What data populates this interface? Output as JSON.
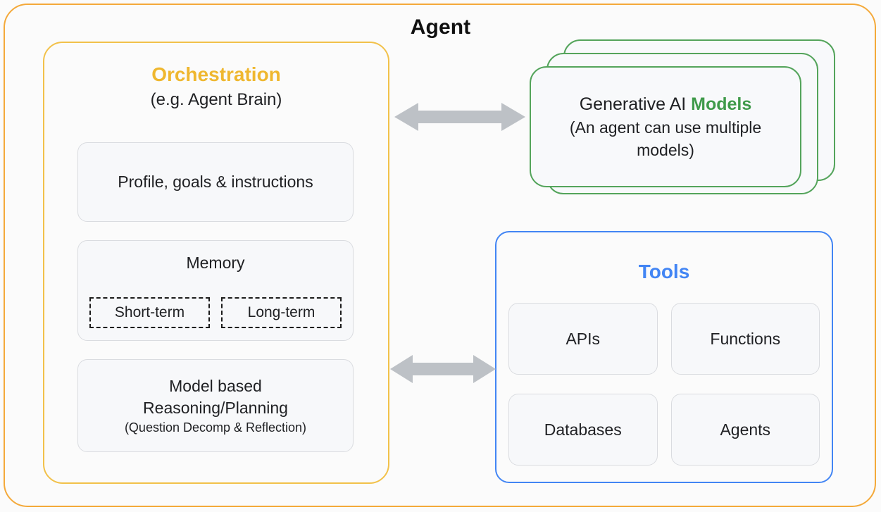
{
  "diagram": {
    "title": "Agent",
    "background_color": "#fbfbfb",
    "frame_color": "#f4a93a"
  },
  "orchestration": {
    "title": "Orchestration",
    "title_color": "#efb72f",
    "subtitle": "(e.g. Agent Brain)",
    "border_color": "#f2c14a",
    "cards": {
      "profile": {
        "label": "Profile, goals & instructions"
      },
      "memory": {
        "label": "Memory",
        "sub_items": [
          {
            "label": "Short-term"
          },
          {
            "label": "Long-term"
          }
        ]
      },
      "reasoning": {
        "line1": "Model based",
        "line2": "Reasoning/Planning",
        "line3": "(Question Decomp & Reflection)"
      }
    }
  },
  "models": {
    "title_prefix": "Generative AI ",
    "title_accent": "Models",
    "subtitle": "(An agent can use multiple models)",
    "accent_color": "#3f9a4a",
    "border_color": "#54a45b",
    "stack_count": 3
  },
  "tools": {
    "title": "Tools",
    "title_color": "#4285f4",
    "border_color": "#4285f4",
    "items": [
      {
        "label": "APIs"
      },
      {
        "label": "Functions"
      },
      {
        "label": "Databases"
      },
      {
        "label": "Agents"
      }
    ]
  },
  "arrows": [
    {
      "name": "orchestration-models-arrow",
      "color": "#bdc1c6",
      "direction": "bidirectional"
    },
    {
      "name": "orchestration-tools-arrow",
      "color": "#bdc1c6",
      "direction": "bidirectional"
    }
  ]
}
